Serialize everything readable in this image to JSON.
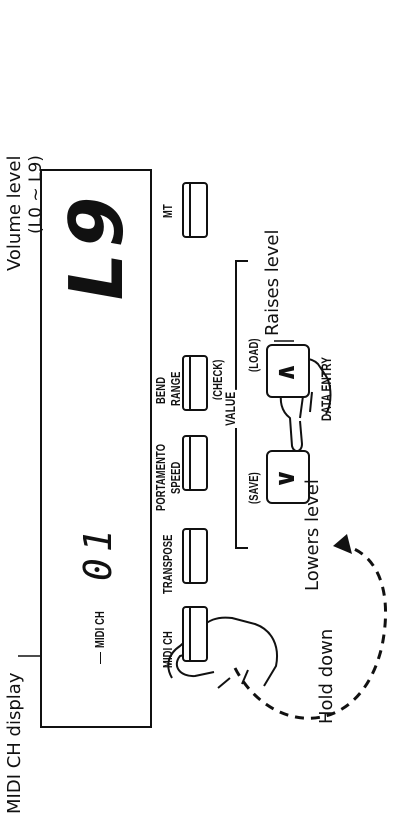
{
  "labels": {
    "midi_ch_display": "MIDI CH display",
    "hold_down": "Hold down",
    "lowers_level": "Lowers level",
    "raises_level": "Raises level",
    "volume_level": "Volume level",
    "volume_range": "(L0 ~ L9)"
  },
  "lcd": {
    "label": "MIDI CH",
    "channel": "01",
    "level": "L9"
  },
  "panel": {
    "midi_ch": "MIDI CH",
    "transpose": "TRANSPOSE",
    "portamento_1": "PORTAMENTO",
    "portamento_2": "SPEED",
    "bend_1": "BEND",
    "bend_2": "RANGE",
    "check": "(CHECK)",
    "mt": "MT",
    "value": "VALUE",
    "save": "(SAVE)",
    "load": "(LOAD)",
    "data_entry": "DATA ENTRY",
    "down_glyph": "∨",
    "up_glyph": "∧"
  }
}
